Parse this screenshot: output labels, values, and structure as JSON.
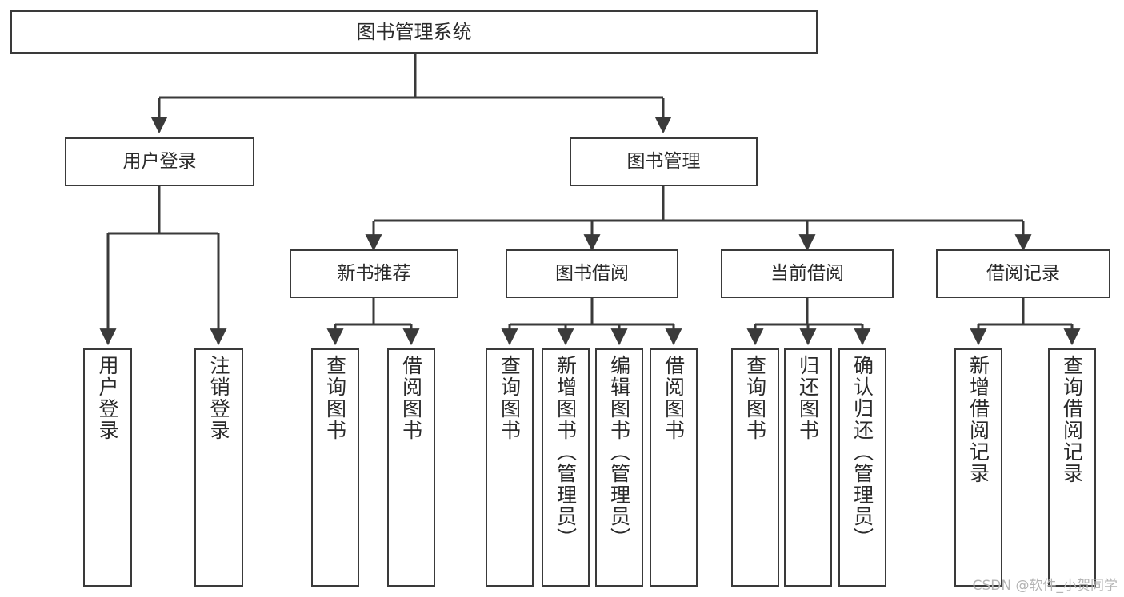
{
  "diagram": {
    "title": "图书管理系统",
    "type": "hierarchy-tree",
    "root": {
      "label": "图书管理系统"
    },
    "level1": [
      {
        "label": "用户登录"
      },
      {
        "label": "图书管理"
      }
    ],
    "level2": [
      {
        "label": "新书推荐"
      },
      {
        "label": "图书借阅"
      },
      {
        "label": "当前借阅"
      },
      {
        "label": "借阅记录"
      }
    ],
    "leaves": {
      "user_login": [
        {
          "label": "用户登录"
        },
        {
          "label": "注销登录"
        }
      ],
      "new_book_recommend": [
        {
          "label": "查询图书"
        },
        {
          "label": "借阅图书"
        }
      ],
      "book_borrow": [
        {
          "label": "查询图书"
        },
        {
          "label": "新增图书（管理员）"
        },
        {
          "label": "编辑图书（管理员）"
        },
        {
          "label": "借阅图书"
        }
      ],
      "current_borrow": [
        {
          "label": "查询图书"
        },
        {
          "label": "归还图书"
        },
        {
          "label": "确认归还（管理员）"
        }
      ],
      "borrow_record": [
        {
          "label": "新增借阅记录"
        },
        {
          "label": "查询借阅记录"
        }
      ]
    }
  },
  "watermark": {
    "text": "CSDN @软件_小贺同学"
  },
  "colors": {
    "stroke": "#3a3a3a",
    "background": "#ffffff",
    "text": "#2a2a2a",
    "watermark": "#b4b4b4"
  }
}
